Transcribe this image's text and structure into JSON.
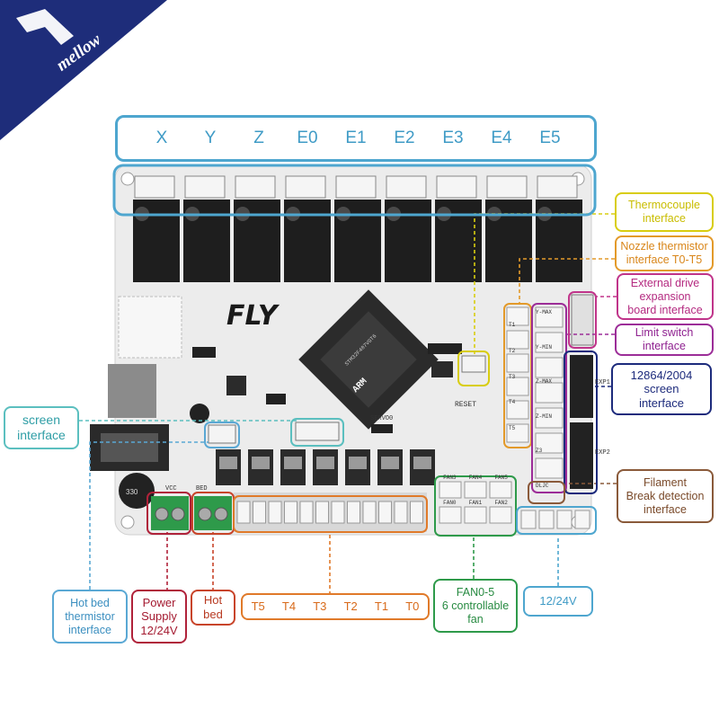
{
  "brand": {
    "logo_text": "mellow",
    "board_name": "FLY",
    "colors": {
      "logo_bg": "#1e2d7a",
      "board": "#ececec"
    }
  },
  "axes": [
    "X",
    "Y",
    "Z",
    "E0",
    "E1",
    "E2",
    "E3",
    "E4",
    "E5"
  ],
  "temp_labels": [
    "T5",
    "T4",
    "T3",
    "T2",
    "T1",
    "T0"
  ],
  "callouts": {
    "thermocouple": "Thermocouple\ninterface",
    "nozzle_thermistor": "Nozzle thermistor\ninterface  T0-T5",
    "external_drive": "External drive\nexpansion\nboard interface",
    "limit_switch": "Limit switch\ninterface",
    "screen_12864": "12864/2004\nscreen\ninterface",
    "filament_break": "Filament\nBreak detection\ninterface",
    "screen_left": "screen\ninterface",
    "hot_bed_thermistor": "Hot bed\nthermistor\ninterface",
    "power_supply": "Power\nSupply\n12/24V",
    "hot_bed": "Hot\nbed",
    "fan": "FAN0-5\n6 controllable\nfan",
    "v1224": "12/24V"
  },
  "silkscreen": {
    "reset": "RESET",
    "servo": "SERVO0",
    "vcc": "VCC",
    "bed": "BED",
    "fan_row_top": [
      "FAN3",
      "FAN4",
      "FAN5"
    ],
    "fan_row_bottom": [
      "FAN0",
      "FAN1",
      "FAN2"
    ],
    "exp1": "EXP1",
    "exp2": "EXP2",
    "limits": [
      "Y-MAX",
      "Y-MIN",
      "Z-MAX",
      "Z-MIN",
      "Z3",
      "DLJC"
    ],
    "temp_ports": [
      "T1",
      "T2",
      "T3",
      "T4",
      "T5"
    ],
    "chip": "STM32F407VGT6",
    "arm": "ARM"
  }
}
